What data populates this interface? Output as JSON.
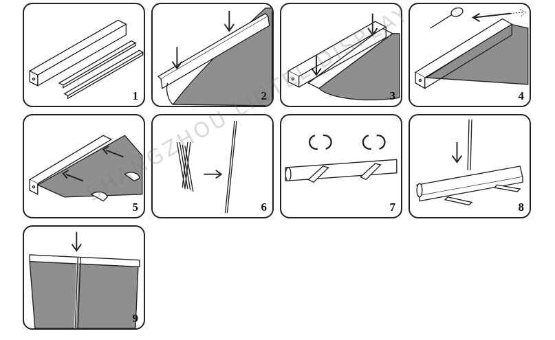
{
  "steps": [
    {
      "num": "1"
    },
    {
      "num": "2"
    },
    {
      "num": "3"
    },
    {
      "num": "4"
    },
    {
      "num": "5"
    },
    {
      "num": "6"
    },
    {
      "num": "7"
    },
    {
      "num": "8"
    },
    {
      "num": "9"
    }
  ],
  "watermark": "SHANGZHOU LINTEL DISPLAY",
  "colors": {
    "outline": "#222222",
    "banner_fill": "#8f8f8f",
    "background": "#ffffff",
    "watermark": "#787878"
  }
}
